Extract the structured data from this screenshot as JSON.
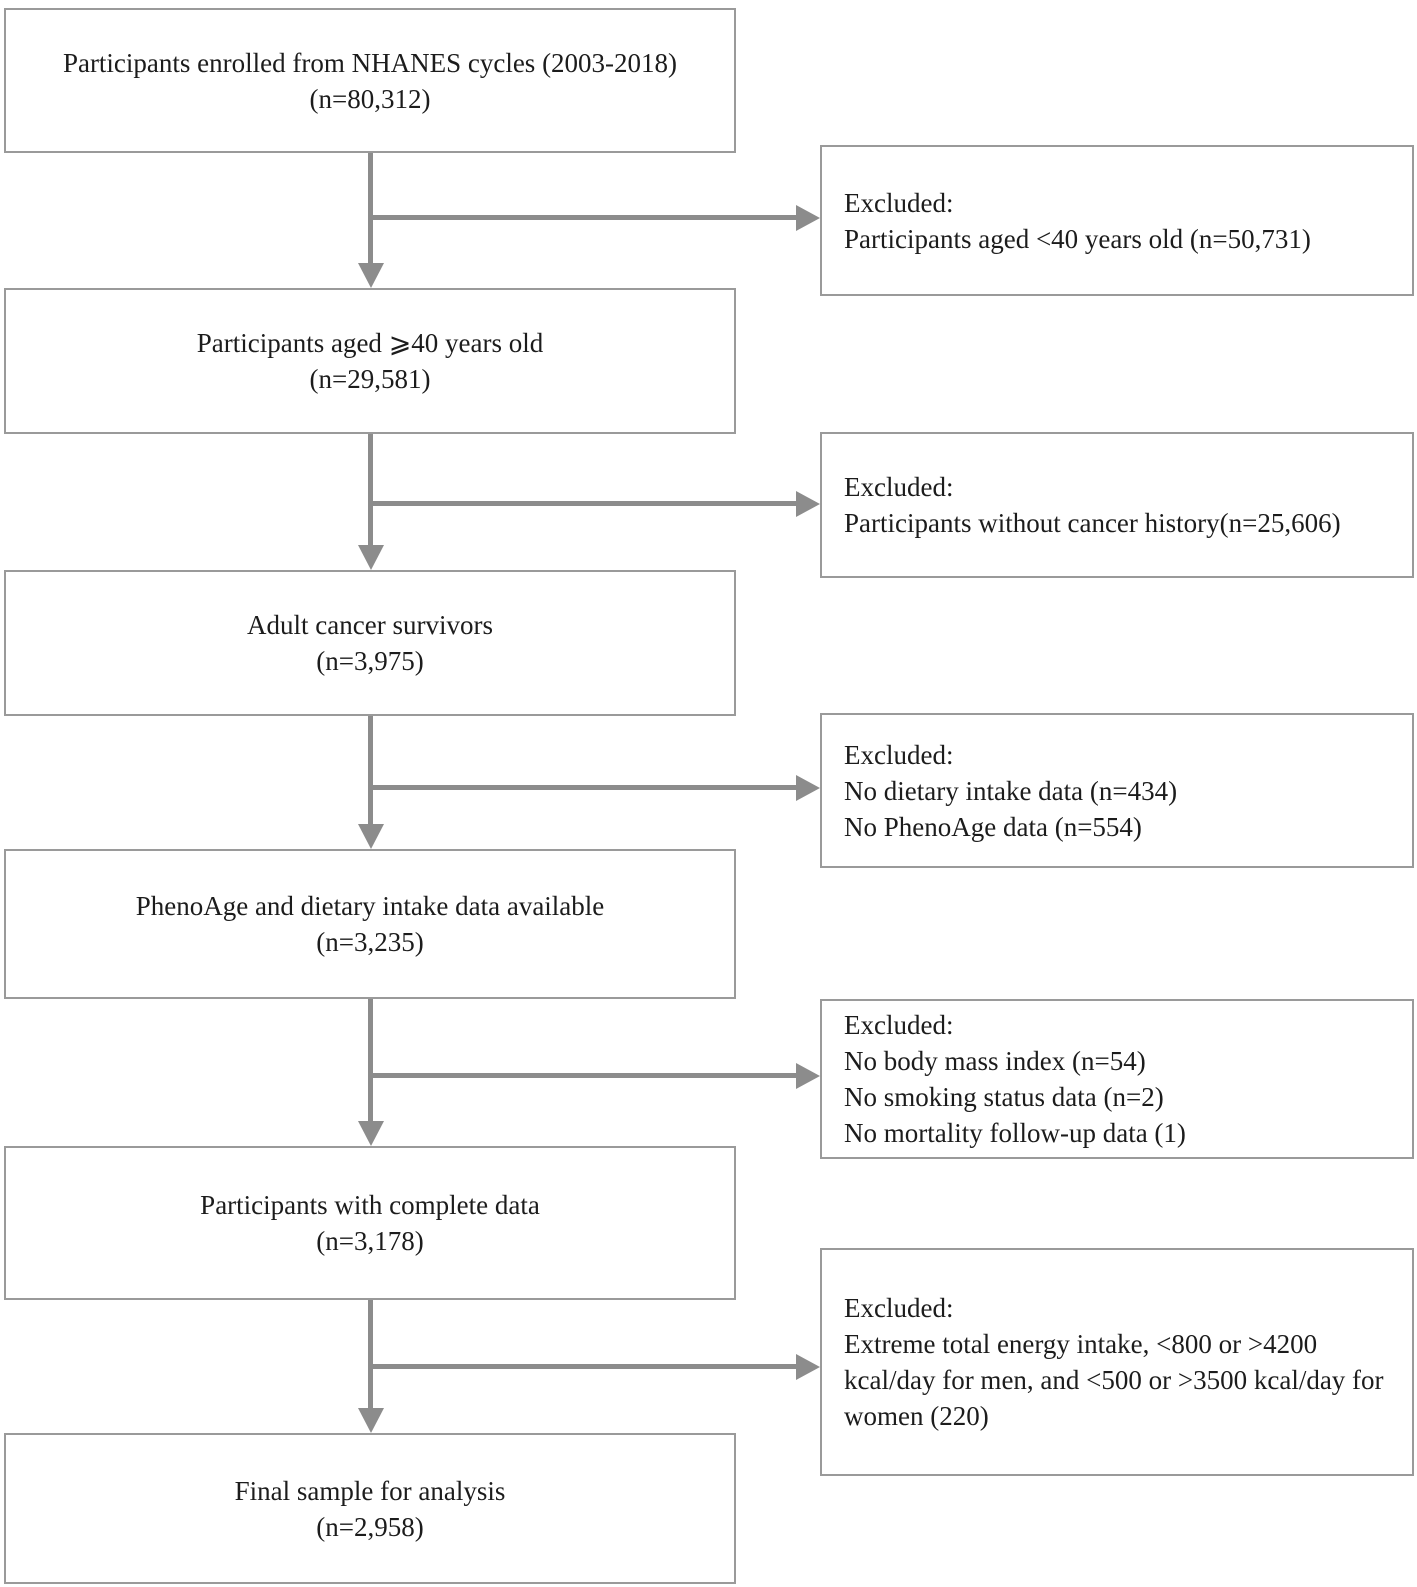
{
  "flow": {
    "steps": [
      {
        "title": "Participants enrolled from NHANES cycles (2003-2018)",
        "n": "(n=80,312)"
      },
      {
        "title": "Participants aged ⩾40 years old",
        "n": "(n=29,581)"
      },
      {
        "title": "Adult cancer survivors",
        "n": "(n=3,975)"
      },
      {
        "title": "PhenoAge and dietary intake data available",
        "n": "(n=3,235)"
      },
      {
        "title": "Participants with complete data",
        "n": "(n=3,178)"
      },
      {
        "title": "Final sample for analysis",
        "n": "(n=2,958)"
      }
    ],
    "exclusions": [
      {
        "header": "Excluded:",
        "lines": [
          "Participants aged <40 years old (n=50,731)"
        ]
      },
      {
        "header": "Excluded:",
        "lines": [
          "Participants without cancer history(n=25,606)"
        ]
      },
      {
        "header": "Excluded:",
        "lines": [
          "No dietary intake data (n=434)",
          "No PhenoAge data (n=554)"
        ]
      },
      {
        "header": "Excluded:",
        "lines": [
          "No body mass index (n=54)",
          "No smoking status data (n=2)",
          "No mortality follow-up data (1)"
        ]
      },
      {
        "header": "Excluded:",
        "lines": [
          "Extreme total energy intake, <800 or >4200 kcal/day for men, and <500 or >3500 kcal/day for women (220)"
        ]
      }
    ]
  },
  "colors": {
    "box_border": "#9a9a9a",
    "arrow": "#8c8c8c",
    "text": "#1c1c1c",
    "background": "#ffffff"
  }
}
